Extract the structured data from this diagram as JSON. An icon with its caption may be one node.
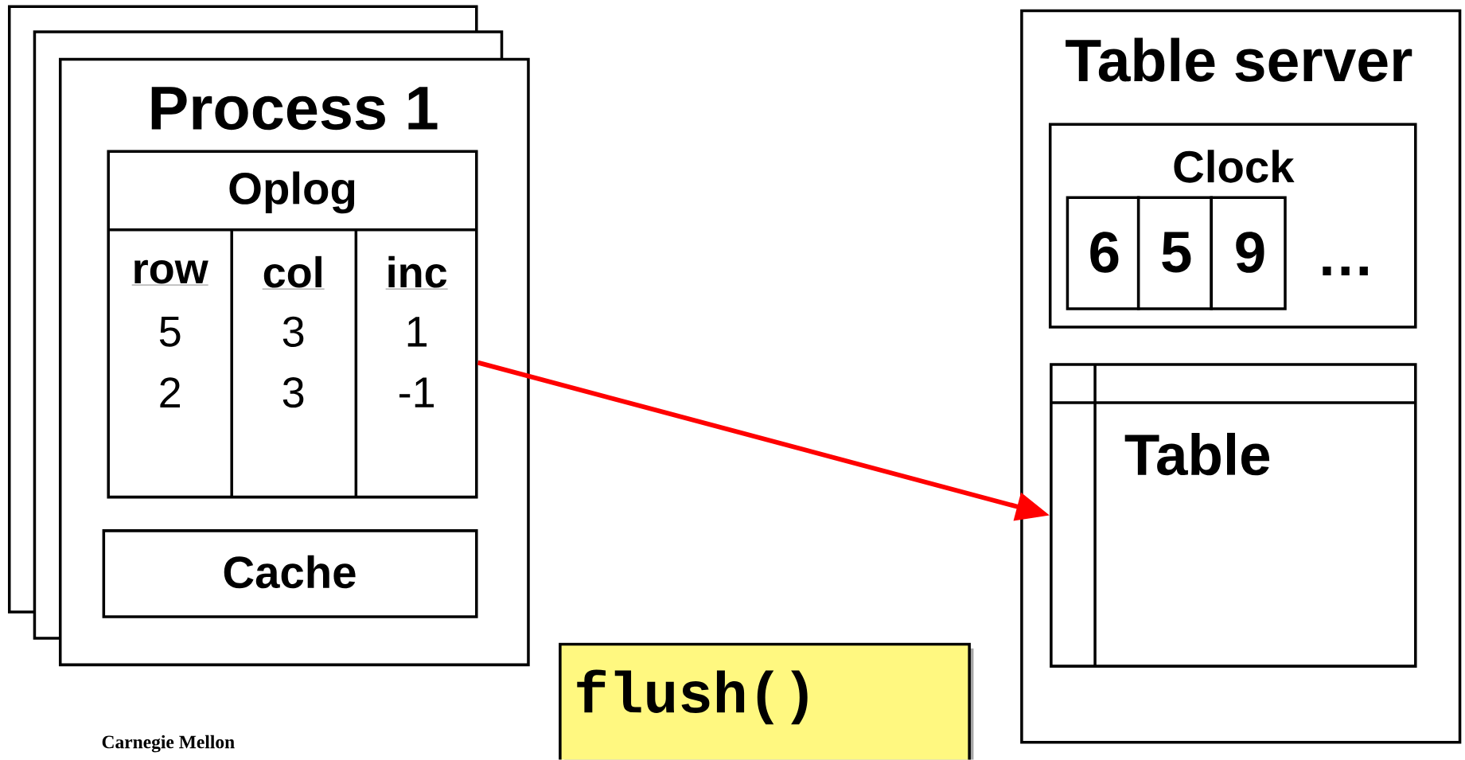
{
  "diagram": {
    "nodes": [
      {
        "text": [
          "Process 1"
        ]
      },
      {
        "text": [
          "Oplog"
        ],
        "in": 0
      },
      {
        "text": [
          "Cache"
        ],
        "in": 0
      },
      {
        "text": [
          "Table server"
        ]
      },
      {
        "text": [
          "Clock"
        ],
        "in": 3
      },
      {
        "text": [
          "6"
        ],
        "in": 4
      },
      {
        "text": [
          "5"
        ],
        "in": 4
      },
      {
        "text": [
          "9"
        ],
        "in": 4
      },
      {
        "text": [
          "Table"
        ],
        "in": 3
      },
      {
        "text": [
          "flush()"
        ]
      }
    ],
    "edges": [
      {
        "from": 1,
        "to": 8,
        "arrow": "to",
        "color": "#ff0000"
      }
    ],
    "labels": [
      "row",
      "col",
      "inc",
      "5",
      "3",
      "1",
      "2",
      "3",
      "-1",
      "…",
      "Carnegie Mellon"
    ]
  }
}
